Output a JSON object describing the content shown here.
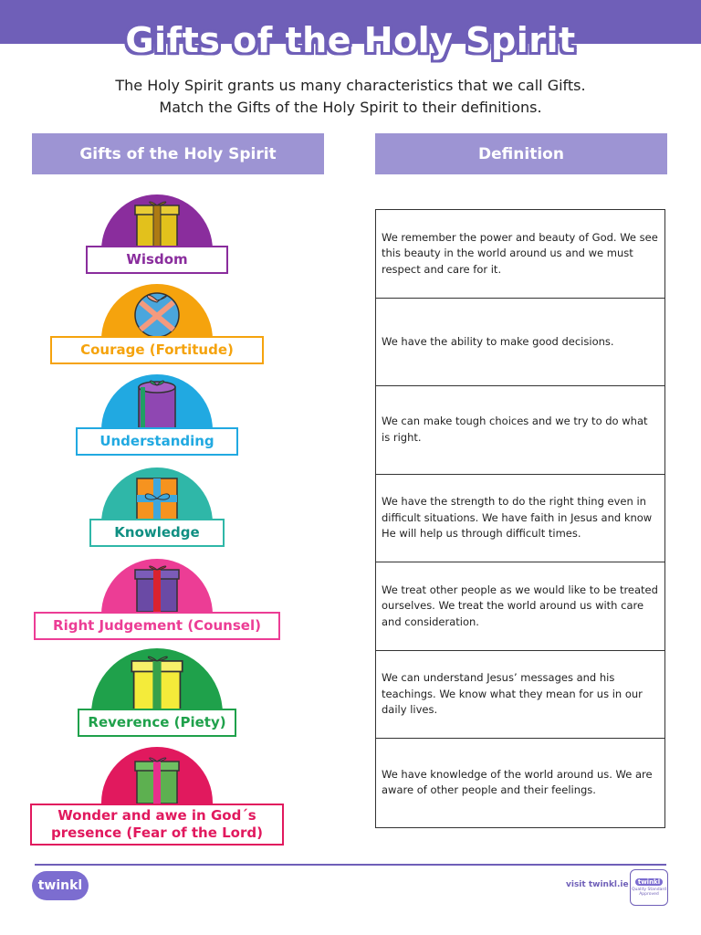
{
  "title": "Gifts of the Holy Spirit",
  "intro": {
    "line1": "The Holy Spirit grants us many characteristics that we call Gifts.",
    "line2": "Match the Gifts of the Holy Spirit to their definitions."
  },
  "columns": {
    "left": "Gifts of the Holy Spirit",
    "right": "Definition"
  },
  "gifts": [
    {
      "label": "Wisdom",
      "color": "#8a2d9d",
      "box": "#e2c11c",
      "ribbon": "#ad7a13"
    },
    {
      "label": "Courage (Fortitude)",
      "color": "#f5a30d",
      "box": "#4aa6dd",
      "ribbon": "#f49a7e"
    },
    {
      "label": "Understanding",
      "color": "#21a9e1",
      "box": "#8f47b2",
      "ribbon": "#1f9f64"
    },
    {
      "label": "Knowledge",
      "color": "#2fb7a8",
      "box": "#f6931f",
      "ribbon": "#3ea7dc"
    },
    {
      "label": "Right Judgement (Counsel)",
      "color": "#ec3d95",
      "box": "#6a4aa5",
      "ribbon": "#d9232f"
    },
    {
      "label": "Reverence (Piety)",
      "color": "#1fa14b",
      "box": "#f4eb3a",
      "ribbon": "#36a04a"
    },
    {
      "label1": "Wonder and awe in God´s",
      "label2": "presence (Fear of the Lord)",
      "color": "#e1195e",
      "box": "#5db050",
      "ribbon": "#e6308c"
    }
  ],
  "definitions": [
    "We remember the power and beauty of God. We see this beauty in the world around us and we must respect and care for it.",
    "We have the ability to make good decisions.",
    "We can make tough choices and we try to do what is right.",
    "We have the strength to do the right thing even in difficult situations. We have faith in Jesus and know He will help us through difficult times.",
    "We treat other people as we would like to be treated ourselves. We treat the world around us with care and consideration.",
    "We can understand Jesus’ messages and his teachings. We know what they mean for us in our daily lives.",
    "We have knowledge of the world around us. We are aware of other people and their feelings."
  ],
  "footer": {
    "logo": "twinkl",
    "visit": "visit twinkl.ie",
    "badge_title": "twinkl",
    "badge_sub": "Quality Standard Approved"
  },
  "colors": {
    "brand": "#6f5fb8",
    "header_fill": "#9d94d3"
  }
}
